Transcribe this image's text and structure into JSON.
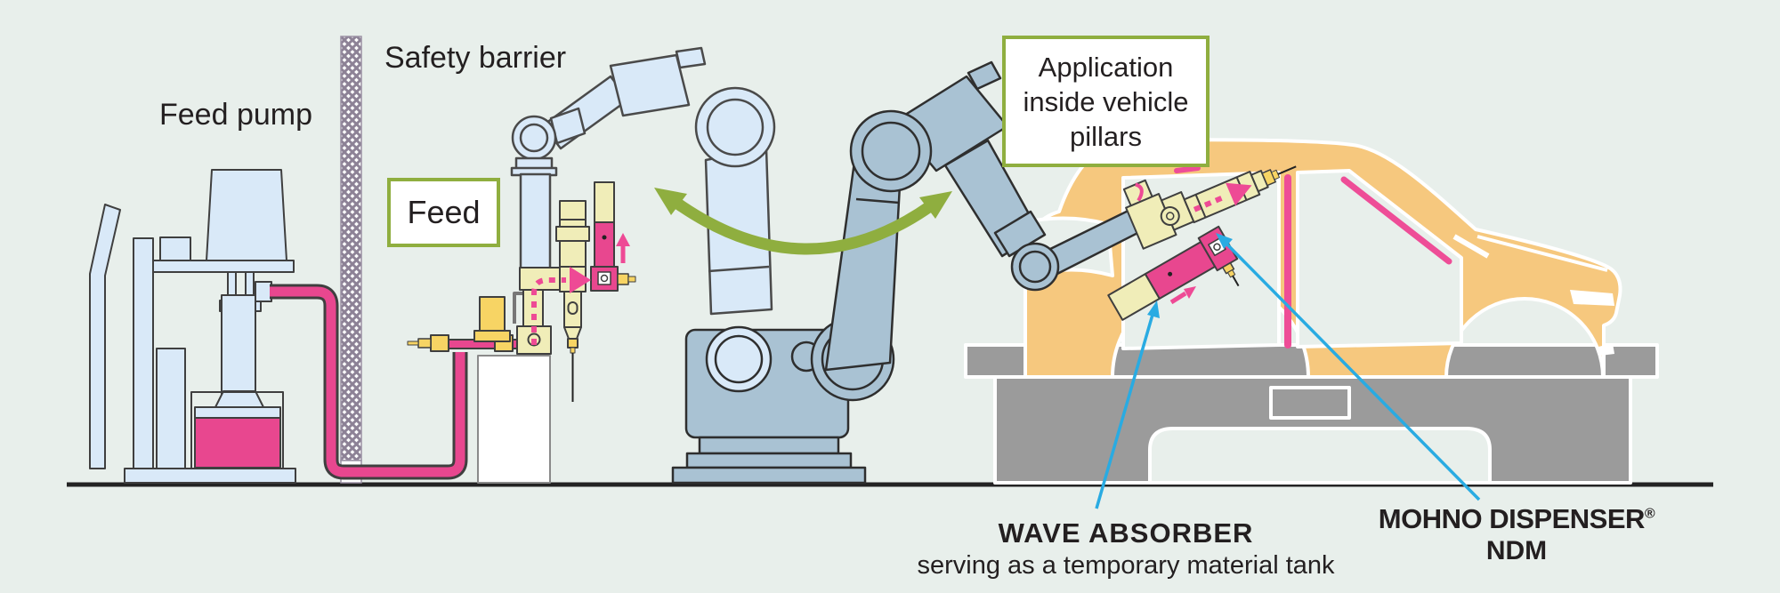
{
  "diagram": {
    "labels": {
      "feed_pump": "Feed pump",
      "safety_barrier": "Safety barrier",
      "feed": "Feed",
      "application": [
        "Application",
        "inside vehicle",
        "pillars"
      ]
    },
    "callouts": {
      "wave_absorber_title": "WAVE ABSORBER",
      "wave_absorber_subtitle": "serving as a temporary material tank",
      "dispenser_brand": "MOHNO DISPENSER",
      "dispenser_reg": "®",
      "dispenser_model": "NDM"
    },
    "colors": {
      "background": "#e8efeb",
      "material_pink": "#e8478f",
      "arrow_pink": "#ee4a95",
      "accent_green": "#8fae3f",
      "robot_light_blue": "#d9e9f8",
      "robot_dark_blue": "#a9c2d3",
      "equipment_cream": "#f0edb8",
      "equipment_gold": "#f7d464",
      "car_body_tan": "#f6c87e",
      "table_gray": "#9b9b9b",
      "barrier_gray": "#8d8296",
      "pointer_blue": "#29abe2",
      "text": "#231f20"
    }
  }
}
